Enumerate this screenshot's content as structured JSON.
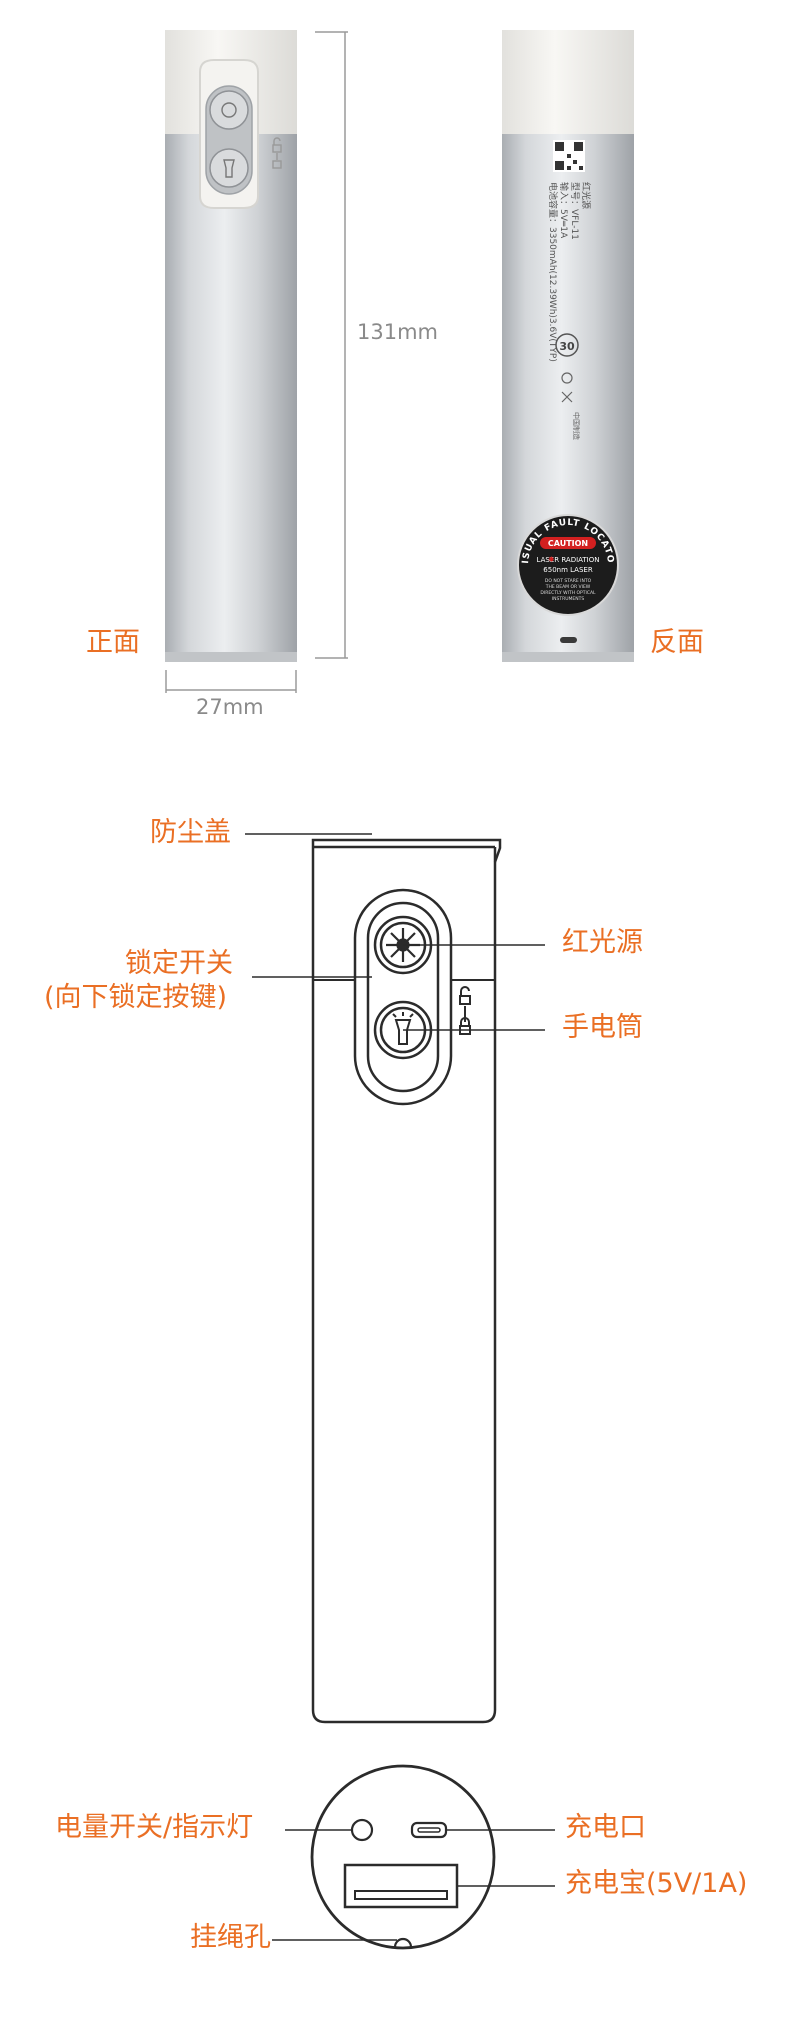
{
  "views": {
    "front_label": "正面",
    "back_label": "反面",
    "height_dim": "131mm",
    "width_dim": "27mm"
  },
  "back_panel": {
    "spec_lines": [
      "红光源",
      "型号：VFL-11",
      "输入：5V═1A",
      "电池容量：3350mAh(12.39Wh)3.6V(TYP)"
    ],
    "badge_30": "30",
    "maker": "中国制造",
    "caution_arc": "VISUAL FAULT LOCATOR",
    "caution_word": "CAUTION",
    "caution_line1": "LASER RADIATION",
    "caution_line2": "650nm LASER",
    "caution_small": [
      "DO NOT STARE INTO",
      "THE BEAM OR VIEW",
      "DIRECTLY WITH OPTICAL",
      "INSTRUMENTS"
    ]
  },
  "callouts": {
    "dust_cap": "防尘盖",
    "lock_switch": "锁定开关",
    "lock_hint": "(向下锁定按键)",
    "red_light": "红光源",
    "flashlight": "手电筒",
    "power_switch": "电量开关/指示灯",
    "charge_port": "充电口",
    "power_bank": "充电宝(5V/1A)",
    "lanyard_hole": "挂绳孔"
  },
  "colors": {
    "accent": "#ea6f24",
    "line": "#2b2b2b",
    "silver": "#c9ccd0",
    "cap_white": "#f2f1ee"
  }
}
